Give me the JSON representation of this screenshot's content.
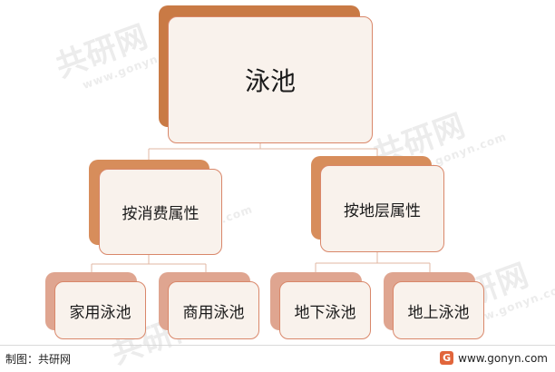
{
  "diagram": {
    "root": {
      "label": "泳池"
    },
    "branches": [
      {
        "label": "按消费属性",
        "children": [
          {
            "label": "家用泳池"
          },
          {
            "label": "商用泳池"
          }
        ]
      },
      {
        "label": "按地层属性",
        "children": [
          {
            "label": "地下泳池"
          },
          {
            "label": "地上泳池"
          }
        ]
      }
    ]
  },
  "watermark": {
    "brand": "共研网",
    "site": "www.gonyn.com"
  },
  "footer": {
    "source": "制图：共研网",
    "site": "www.gonyn.com",
    "logo_letter": "G"
  },
  "colors": {
    "root_back": "#c97a45",
    "branch_back": "#d78d5b",
    "leaf_back": "#dfa590",
    "card_fill": "#f9f2ec",
    "card_border": "#d9876a",
    "connector": "#e0b7a3"
  }
}
